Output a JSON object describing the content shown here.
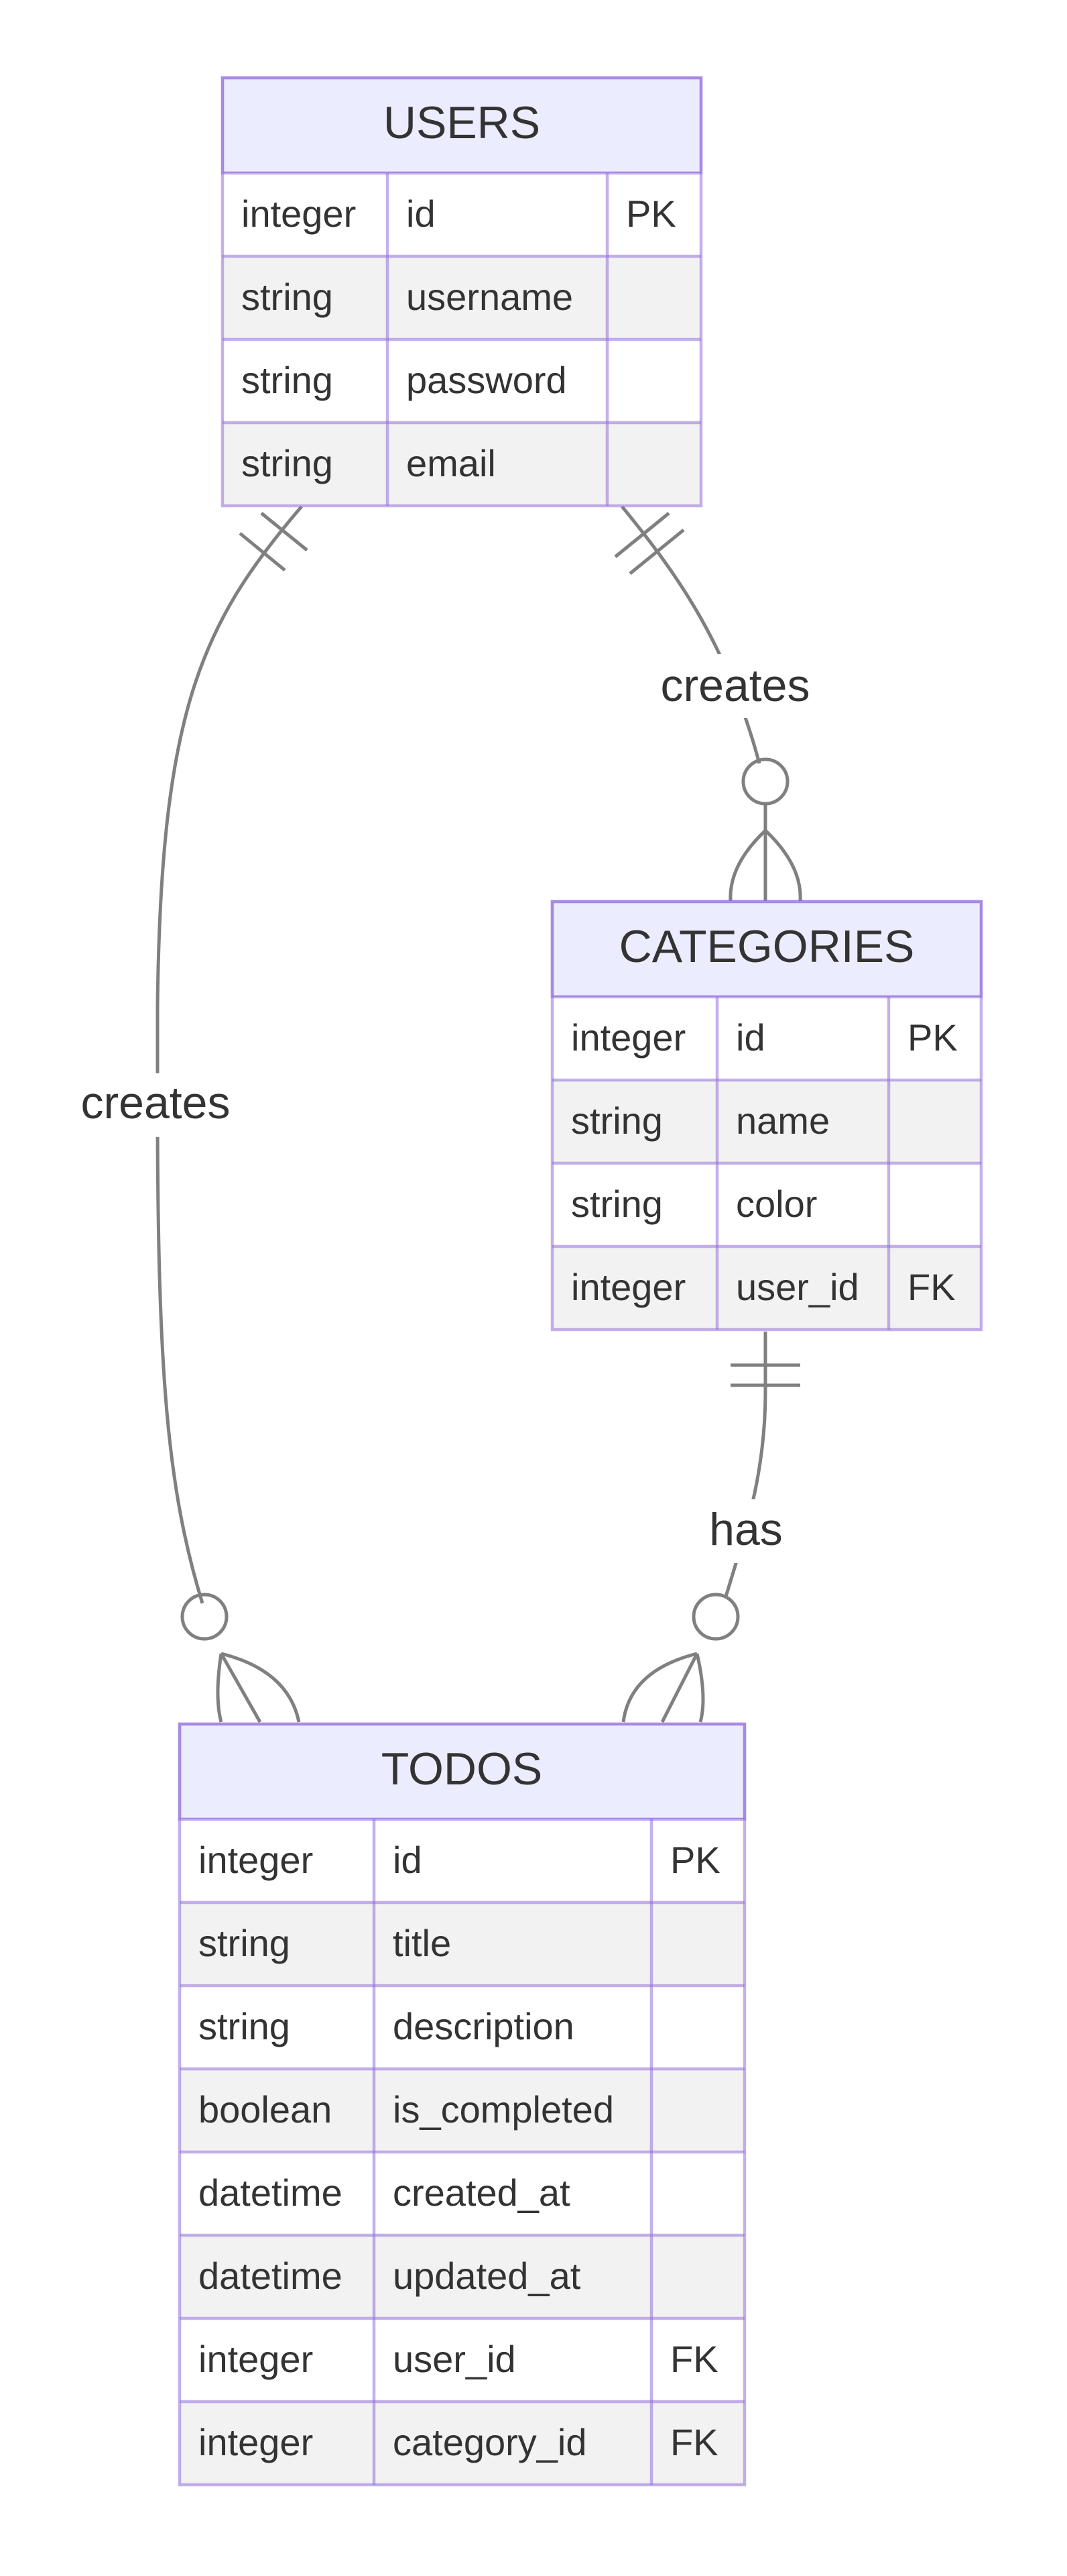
{
  "entities": {
    "users": {
      "title": "USERS",
      "attributes": [
        {
          "type": "integer",
          "name": "id",
          "key": "PK"
        },
        {
          "type": "string",
          "name": "username",
          "key": ""
        },
        {
          "type": "string",
          "name": "password",
          "key": ""
        },
        {
          "type": "string",
          "name": "email",
          "key": ""
        }
      ]
    },
    "categories": {
      "title": "CATEGORIES",
      "attributes": [
        {
          "type": "integer",
          "name": "id",
          "key": "PK"
        },
        {
          "type": "string",
          "name": "name",
          "key": ""
        },
        {
          "type": "string",
          "name": "color",
          "key": ""
        },
        {
          "type": "integer",
          "name": "user_id",
          "key": "FK"
        }
      ]
    },
    "todos": {
      "title": "TODOS",
      "attributes": [
        {
          "type": "integer",
          "name": "id",
          "key": "PK"
        },
        {
          "type": "string",
          "name": "title",
          "key": ""
        },
        {
          "type": "string",
          "name": "description",
          "key": ""
        },
        {
          "type": "boolean",
          "name": "is_completed",
          "key": ""
        },
        {
          "type": "datetime",
          "name": "created_at",
          "key": ""
        },
        {
          "type": "datetime",
          "name": "updated_at",
          "key": ""
        },
        {
          "type": "integer",
          "name": "user_id",
          "key": "FK"
        },
        {
          "type": "integer",
          "name": "category_id",
          "key": "FK"
        }
      ]
    }
  },
  "relationships": [
    {
      "from": "USERS",
      "to": "CATEGORIES",
      "label": "creates",
      "from_cardinality": "exactly one",
      "to_cardinality": "zero or more"
    },
    {
      "from": "USERS",
      "to": "TODOS",
      "label": "creates",
      "from_cardinality": "exactly one",
      "to_cardinality": "zero or more"
    },
    {
      "from": "CATEGORIES",
      "to": "TODOS",
      "label": "has",
      "from_cardinality": "exactly one",
      "to_cardinality": "zero or more"
    }
  ],
  "colors": {
    "header_fill": "#ECECFF",
    "border": "#9370DB",
    "row_alt": "#f2f2f2",
    "line": "#808080",
    "text": "#333333"
  }
}
